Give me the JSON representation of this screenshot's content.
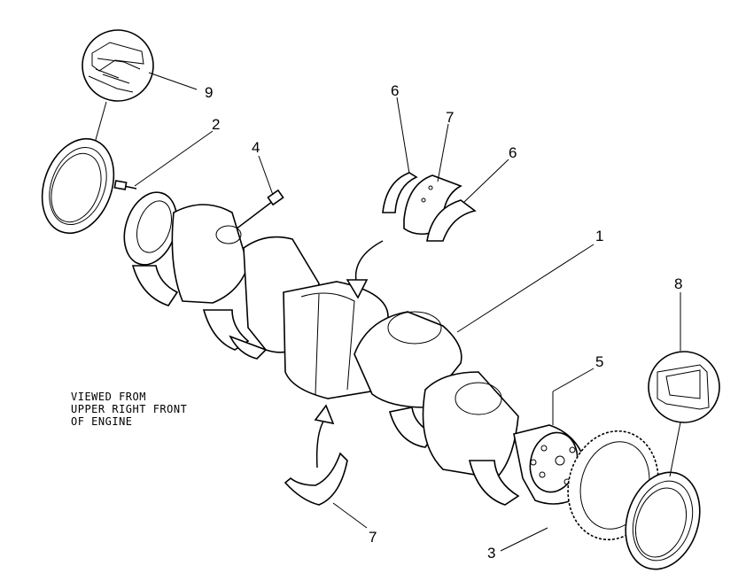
{
  "caption": {
    "line1": "VIEWED FROM",
    "line2": "UPPER RIGHT FRONT",
    "line3": "OF ENGINE"
  },
  "callouts": {
    "c1": "1",
    "c2": "2",
    "c3": "3",
    "c4": "4",
    "c5": "5",
    "c6a": "6",
    "c6b": "6",
    "c7a": "7",
    "c7b": "7",
    "c8": "8",
    "c9": "9"
  }
}
